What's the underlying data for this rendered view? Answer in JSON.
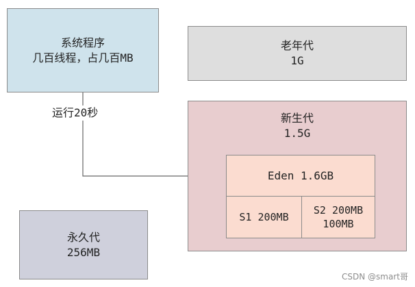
{
  "system": {
    "title": "系统程序",
    "detail": "几百线程，占几百MB"
  },
  "flow_label": "运行20秒",
  "old_gen": {
    "title": "老年代",
    "size": "1G"
  },
  "young_gen": {
    "title": "新生代",
    "size": "1.5G",
    "eden": "Eden 1.6GB",
    "s1": "S1 200MB",
    "s2_line1": "S2 200MB",
    "s2_line2": "100MB"
  },
  "perm_gen": {
    "title": "永久代",
    "size": "256MB"
  },
  "watermark": "CSDN @smart哥",
  "colors": {
    "system_fill": "#cfe3ec",
    "old_gen_fill": "#dedede",
    "young_gen_fill": "#e8cdcf",
    "eden_fill": "#fbdcd0",
    "perm_gen_fill": "#cfd0dc",
    "arrow": "#666666"
  }
}
